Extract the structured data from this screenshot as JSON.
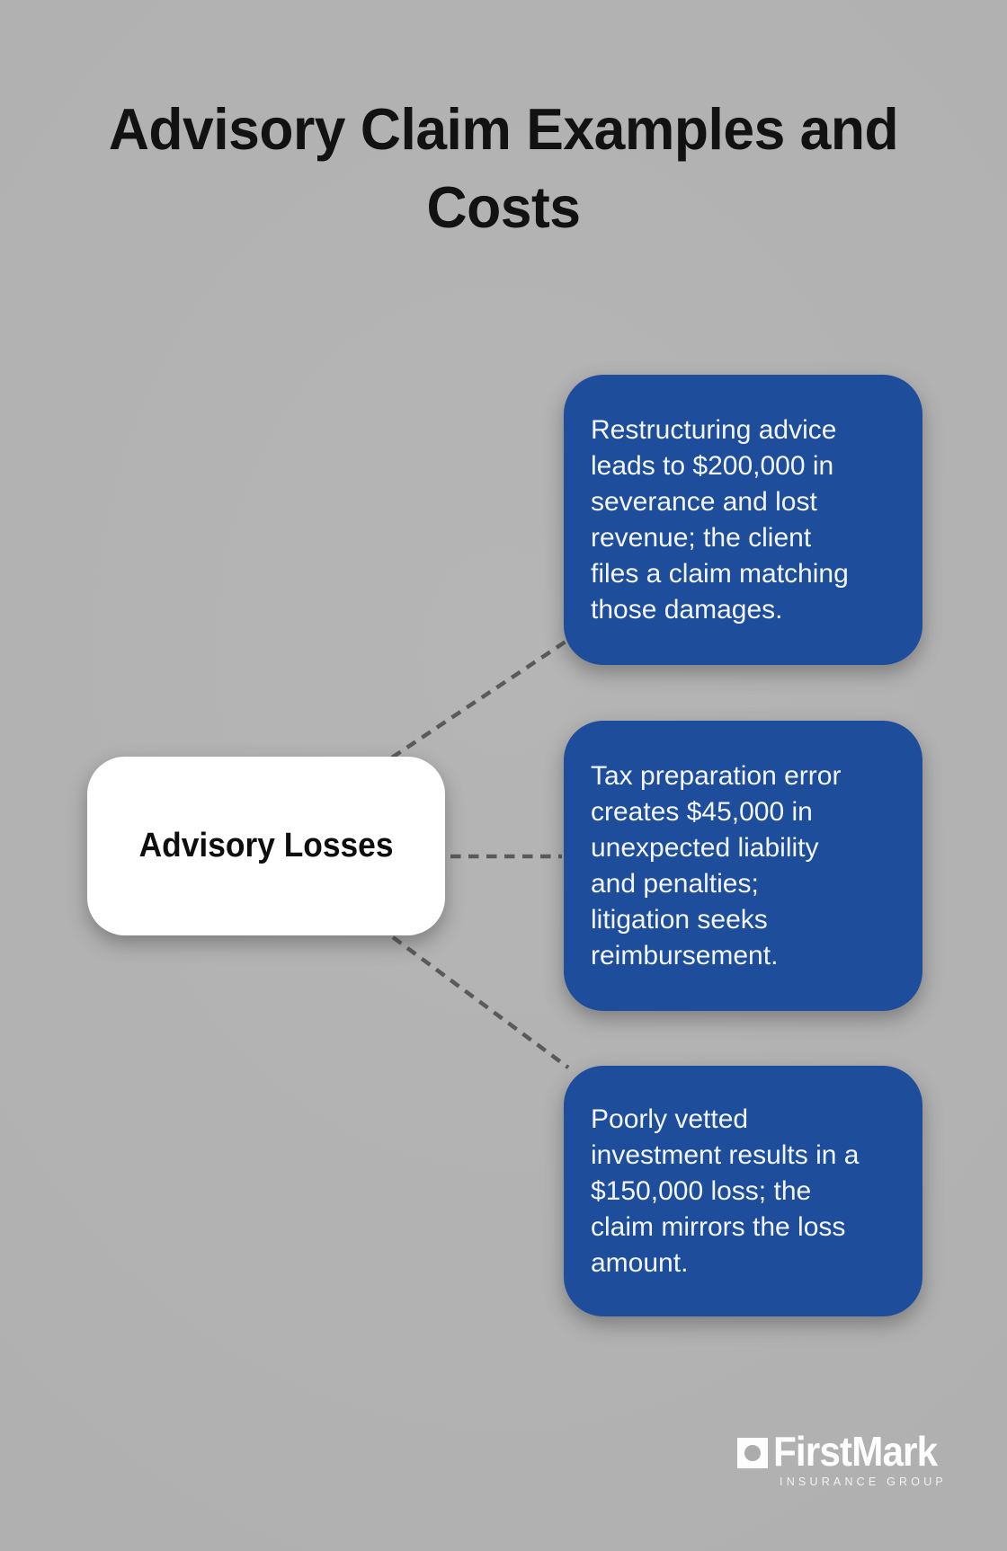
{
  "title": {
    "line1": "Advisory Claim Examples and",
    "line2": "Costs"
  },
  "center_node": {
    "label": "Advisory Losses"
  },
  "cards": [
    {
      "text": "Restructuring advice\nleads to $200,000 in\nseverance and lost\nrevenue; the client\nfiles a claim matching\nthose damages."
    },
    {
      "text": "Tax preparation error\ncreates $45,000 in\nunexpected liability\nand penalties;\nlitigation seeks\nreimbursement."
    },
    {
      "text": "Poorly vetted\ninvestment results in a\n$150,000 loss; the\nclaim mirrors the loss\namount."
    }
  ],
  "logo": {
    "name": "FirstMark",
    "tagline": "INSURANCE GROUP"
  },
  "colors": {
    "background_gray": "#b0b0b0",
    "card_blue": "#1e4d9b",
    "card_text": "#f2f6fb",
    "connector_gray": "#5a5a5a",
    "node_white": "#ffffff",
    "title_black": "#121212",
    "logo_white": "#fdfdfd"
  }
}
